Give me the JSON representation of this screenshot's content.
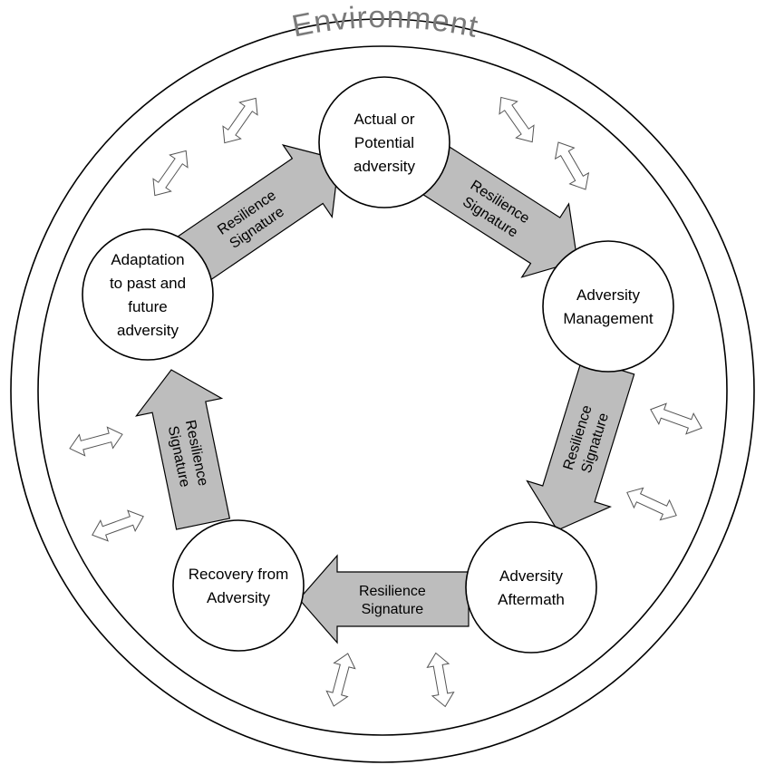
{
  "diagram": {
    "environment_title": "Environment",
    "nodes": [
      {
        "id": "actual",
        "lines": [
          "Actual or",
          "Potential",
          "adversity"
        ]
      },
      {
        "id": "management",
        "lines": [
          "Adversity",
          "Management"
        ]
      },
      {
        "id": "aftermath",
        "lines": [
          "Adversity",
          "Aftermath"
        ]
      },
      {
        "id": "recovery",
        "lines": [
          "Recovery from",
          "Adversity"
        ]
      },
      {
        "id": "adaptation",
        "lines": [
          "Adaptation",
          "to past and",
          "future",
          "adversity"
        ]
      }
    ],
    "arrows": [
      {
        "lines": [
          "Resilience",
          "Signature"
        ]
      },
      {
        "lines": [
          "Resilience",
          "Signature"
        ]
      },
      {
        "lines": [
          "Resilience",
          "Signature"
        ]
      },
      {
        "lines": [
          "Resilience",
          "Signature"
        ]
      },
      {
        "lines": [
          "Resilience",
          "Signature"
        ]
      }
    ],
    "colors": {
      "arrow_fill": "#bdbdbd",
      "title": "#7a7a7a",
      "stroke": "#000000"
    }
  }
}
